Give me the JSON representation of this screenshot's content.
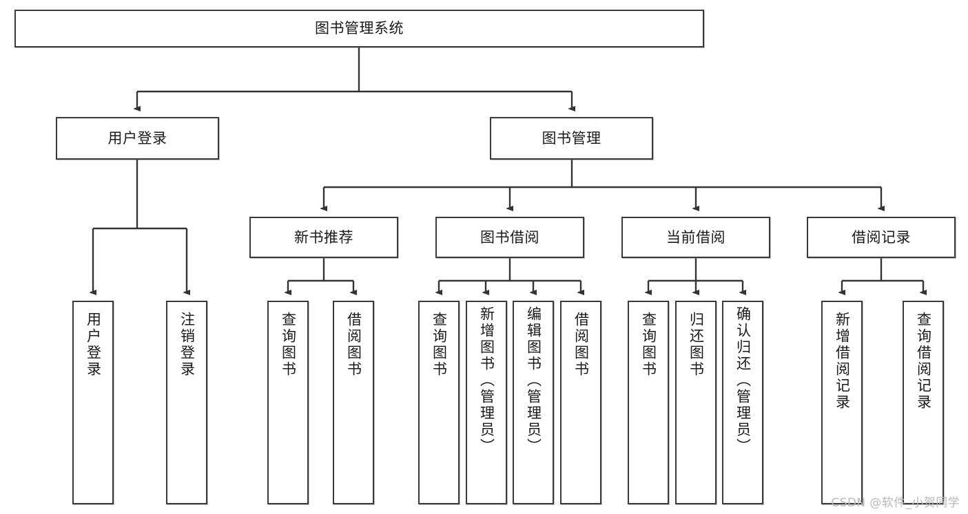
{
  "diagram": {
    "type": "tree-hierarchy",
    "title": "图书管理系统",
    "watermark": "CSDN @软件_小贺同学",
    "colors": {
      "box_border": "#3a3a3a",
      "box_fill": "#ffffff",
      "edge": "#333333",
      "text": "#1a1a1a",
      "watermark": "#b9b9b9"
    },
    "nodes": {
      "root": {
        "label": "图书管理系统"
      },
      "level2": [
        {
          "id": "user-login",
          "label": "用户登录"
        },
        {
          "id": "book-manage",
          "label": "图书管理"
        }
      ],
      "level3": [
        {
          "id": "new-book-recommend",
          "label": "新书推荐"
        },
        {
          "id": "book-borrow",
          "label": "图书借阅"
        },
        {
          "id": "current-borrow",
          "label": "当前借阅"
        },
        {
          "id": "borrow-record",
          "label": "借阅记录"
        }
      ],
      "leaves": {
        "user_login": [
          {
            "id": "leaf-user-login",
            "label": "用户登录"
          },
          {
            "id": "leaf-logout",
            "label": "注销登录"
          }
        ],
        "new_book_recommend": [
          {
            "id": "leaf-query-book-1",
            "label": "查询图书"
          },
          {
            "id": "leaf-borrow-book-1",
            "label": "借阅图书"
          }
        ],
        "book_borrow": [
          {
            "id": "leaf-query-book-2",
            "label": "查询图书"
          },
          {
            "id": "leaf-add-book",
            "label": "新增图书（管理员）"
          },
          {
            "id": "leaf-edit-book",
            "label": "编辑图书（管理员）"
          },
          {
            "id": "leaf-borrow-book-2",
            "label": "借阅图书"
          }
        ],
        "current_borrow": [
          {
            "id": "leaf-query-book-3",
            "label": "查询图书"
          },
          {
            "id": "leaf-return-book",
            "label": "归还图书"
          },
          {
            "id": "leaf-confirm-return",
            "label": "确认归还（管理员）"
          }
        ],
        "borrow_record": [
          {
            "id": "leaf-add-record",
            "label": "新增借阅记录"
          },
          {
            "id": "leaf-query-record",
            "label": "查询借阅记录"
          }
        ]
      }
    }
  }
}
